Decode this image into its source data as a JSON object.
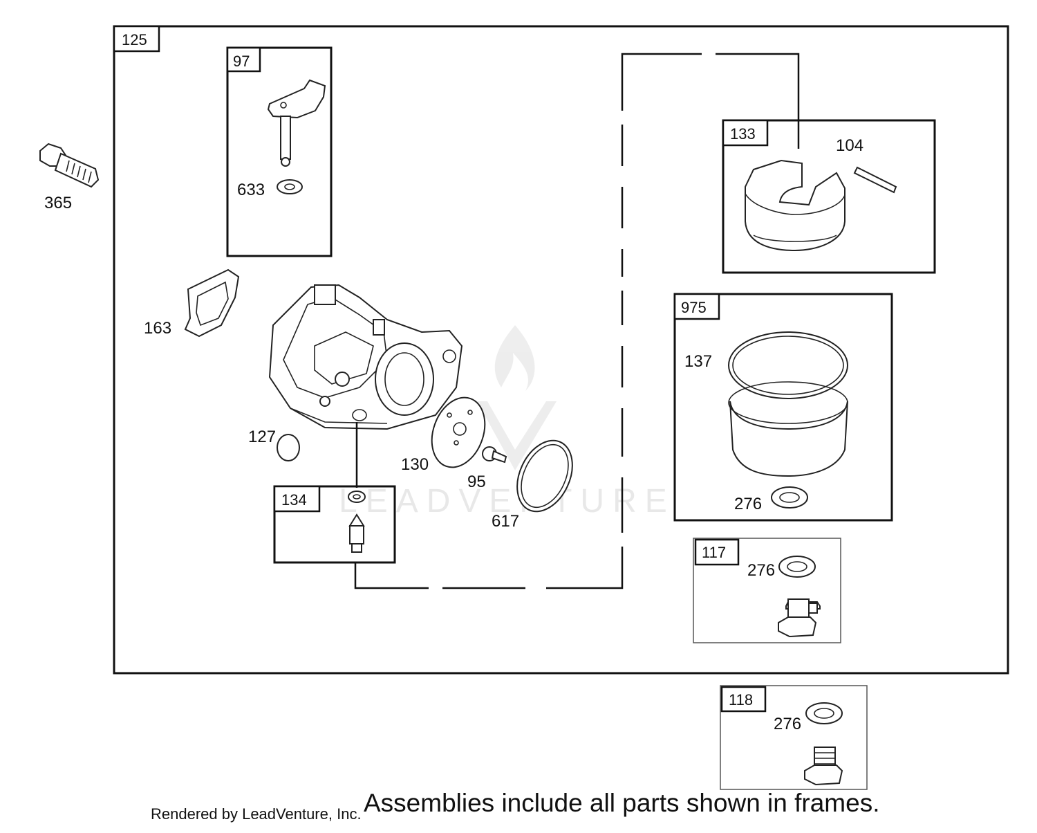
{
  "frames": {
    "main": "125",
    "f97": "97",
    "f133": "133",
    "f975": "975",
    "f117": "117",
    "f118": "118",
    "f134": "134"
  },
  "parts": {
    "p365": "365",
    "p633": "633",
    "p163": "163",
    "p127": "127",
    "p130": "130",
    "p95": "95",
    "p617": "617",
    "p104": "104",
    "p137": "137",
    "p276a": "276",
    "p276b": "276",
    "p276c": "276"
  },
  "watermark": "LEADVENTURE",
  "footer": {
    "credit": "Rendered by LeadVenture, Inc.",
    "note": "Assemblies include all parts shown in frames."
  }
}
